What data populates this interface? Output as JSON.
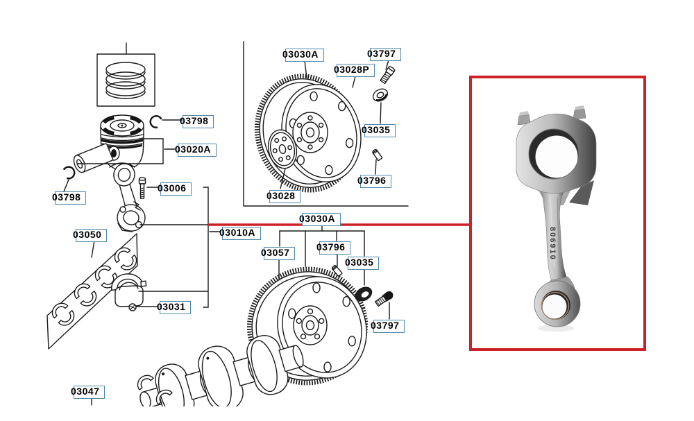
{
  "diagram": {
    "type": "exploded-parts-diagram",
    "subject": "engine piston, connecting rod, crankshaft and flywheel",
    "colors": {
      "accent-red": "#cd2128",
      "label-border": "#4e87aa",
      "line": "#1a1a1a"
    },
    "labels": [
      {
        "part": "03798"
      },
      {
        "part": "03020A"
      },
      {
        "part": "03798"
      },
      {
        "part": "03006"
      },
      {
        "part": "03050"
      },
      {
        "part": "03010A"
      },
      {
        "part": "03031"
      },
      {
        "part": "03047"
      },
      {
        "part": "03030A"
      },
      {
        "part": "03797"
      },
      {
        "part": "03028P"
      },
      {
        "part": "03035"
      },
      {
        "part": "03796"
      },
      {
        "part": "03028"
      },
      {
        "part": "03030A"
      },
      {
        "part": "03057"
      },
      {
        "part": "03796"
      },
      {
        "part": "03035"
      },
      {
        "part": "03797"
      }
    ]
  },
  "highlight_box": {
    "photo": "connecting-rod-photo",
    "stamp": "806910"
  }
}
